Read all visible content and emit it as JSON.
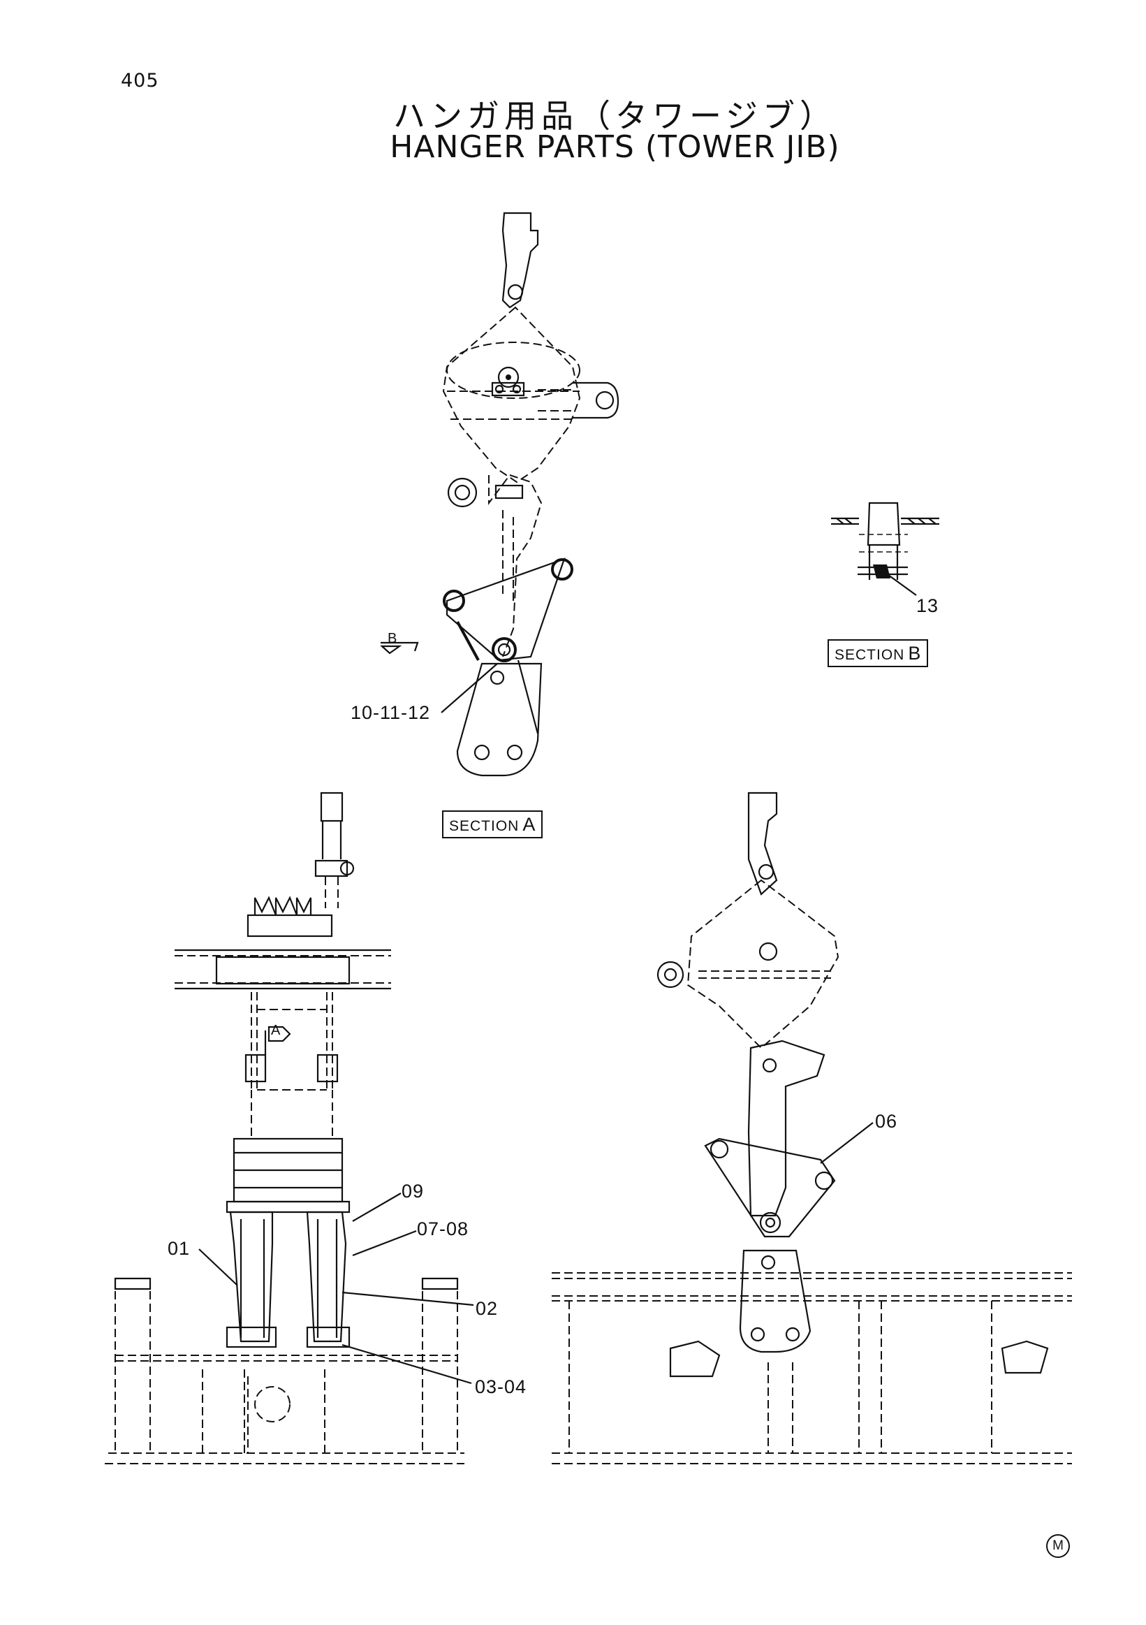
{
  "page_number": "405",
  "title_jp": "ハンガ用品（タワージブ）",
  "title_en": "HANGER PARTS (TOWER JIB)",
  "sections": {
    "section_a_label": "SECTION",
    "section_a_letter": "A",
    "section_b_label": "SECTION",
    "section_b_letter": "B"
  },
  "view_markers": {
    "b_arrow": "B",
    "a_arrow": "A"
  },
  "callouts": {
    "part_10_11_12": "10-11-12",
    "part_13": "13",
    "part_09": "09",
    "part_07_08": "07-08",
    "part_01": "01",
    "part_02": "02",
    "part_03_04": "03-04",
    "part_06": "06"
  },
  "maker_mark": "M"
}
